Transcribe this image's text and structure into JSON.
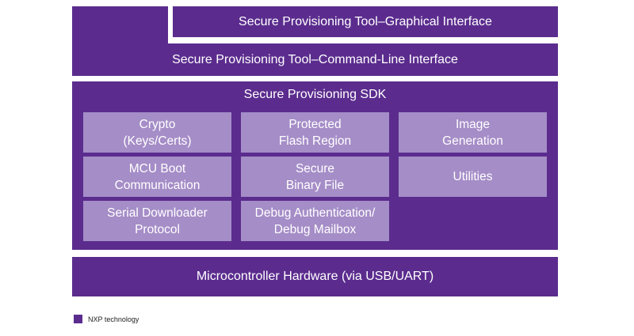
{
  "layers": {
    "gui": "Secure Provisioning Tool–Graphical Interface",
    "cli": "Secure Provisioning Tool–Command-Line Interface",
    "sdk_title": "Secure Provisioning SDK",
    "hardware": "Microcontroller Hardware (via USB/UART)"
  },
  "modules": [
    {
      "line1": "Crypto",
      "line2": "(Keys/Certs)"
    },
    {
      "line1": "Protected",
      "line2": "Flash Region"
    },
    {
      "line1": "Image",
      "line2": "Generation"
    },
    {
      "line1": "MCU Boot",
      "line2": "Communication"
    },
    {
      "line1": "Secure",
      "line2": "Binary File"
    },
    {
      "line1": "Utilities",
      "line2": ""
    },
    {
      "line1": "Serial Downloader",
      "line2": "Protocol"
    },
    {
      "line1": "Debug Authentication/",
      "line2": "Debug Mailbox"
    }
  ],
  "legend": {
    "label": "NXP technology"
  },
  "colors": {
    "nxp_purple": "#5b2c8e",
    "module_lavender": "#a58dc7"
  }
}
